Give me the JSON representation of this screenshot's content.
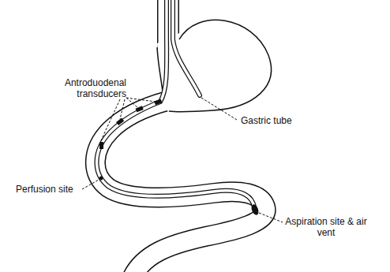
{
  "diagram": {
    "labels": [
      "Antroduodenal transducers",
      "Gastric tube",
      "Perfusion site",
      "Aspiration site & air vent"
    ]
  }
}
